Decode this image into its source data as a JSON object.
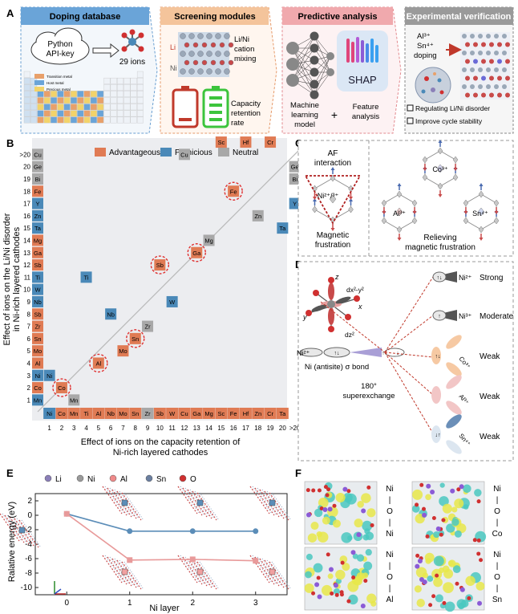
{
  "panels": {
    "a": {
      "letter": "A",
      "headers": [
        "Doping database",
        "Screening modules",
        "Predictive analysis",
        "Experimental verification"
      ],
      "python": "Python",
      "apikey": "API-key",
      "ions29": "29 ions",
      "li": "Li",
      "ni": "Ni",
      "mixing1": "Li/Ni",
      "mixing2": "cation",
      "mixing3": "mixing",
      "cap1": "Capacity",
      "cap2": "retention",
      "cap3": "rate",
      "ml1": "Machine",
      "ml2": "learning",
      "ml3": "model",
      "plus": "+",
      "fa1": "Feature",
      "fa2": "analysis",
      "shap": "SHAP",
      "dop1": "Al³⁺",
      "dop2": "Sn⁴⁺",
      "dop3": "doping",
      "check1": "Regulating Li/Ni disorder",
      "check2": "Improve cycle stability",
      "legend_tm": "Transition metal",
      "legend_nm": "Host metal",
      "legend_pm": "Precious metal"
    },
    "b": {
      "letter": "B",
      "legend": [
        "Advantageous",
        "Pernicious",
        "Neutral"
      ],
      "colors": {
        "adv": "#e07b54",
        "per": "#4a89b8",
        "neu": "#a8a8a8"
      },
      "y_axis_title1": "Effect of ions on the Li/Ni disorder",
      "y_axis_title2": "in Ni-rich layered cathodes",
      "x_axis_title1": "Effect of ions on the capacity retention of",
      "x_axis_title2": "Ni-rich layered cathodes",
      "rank_labels": [
        "1",
        "2",
        "3",
        "4",
        "5",
        "6",
        "7",
        "8",
        "9",
        "10",
        "11",
        "12",
        "13",
        "14",
        "15",
        "16",
        "17",
        "18",
        "19",
        "20",
        ">20"
      ],
      "y_elements": [
        "Mn",
        "Co",
        "Ni",
        "Al",
        "Mo",
        "Sn",
        "Zr",
        "Sb",
        "Nb",
        "W",
        "Ti",
        "Sb",
        "Ga",
        "Mg",
        "Ta",
        "Zn",
        "Y",
        "Fe",
        "Bi",
        "Ge",
        "Cu"
      ],
      "y_types": [
        "per",
        "adv",
        "per",
        "adv",
        "adv",
        "adv",
        "adv",
        "adv",
        "per",
        "per",
        "per",
        "adv",
        "adv",
        "adv",
        "per",
        "per",
        "per",
        "adv",
        "neu",
        "neu",
        "neu"
      ],
      "x_elements": [
        "Ni",
        "Co",
        "Mn",
        "Ti",
        "Al",
        "Nb",
        "Mo",
        "Sn",
        "Zr",
        "Sb",
        "W",
        "Cu",
        "Ga",
        "Mg",
        "Sc",
        "Fe",
        "Hf",
        "Zn",
        "Cr",
        "Ta"
      ],
      "x_types": [
        "per",
        "adv",
        "adv",
        "adv",
        "adv",
        "adv",
        "adv",
        "adv",
        "neu",
        "adv",
        "adv",
        "adv",
        "adv",
        "adv",
        "adv",
        "adv",
        "adv",
        "adv",
        "adv",
        "adv"
      ],
      "chart_data": {
        "type": "scatter",
        "xlabel": "Effect of ions on the capacity retention of Ni-rich layered cathodes",
        "ylabel": "Effect of ions on the Li/Ni disorder in Ni-rich layered cathodes",
        "points": [
          {
            "label": "Mn",
            "x": 3,
            "y": 1,
            "type": "neu"
          },
          {
            "label": "Co",
            "x": 2,
            "y": 2,
            "type": "adv",
            "highlight": true
          },
          {
            "label": "Ni",
            "x": 1,
            "y": 3,
            "type": "per"
          },
          {
            "label": "Al",
            "x": 5,
            "y": 4,
            "type": "adv",
            "highlight": true
          },
          {
            "label": "Mo",
            "x": 7,
            "y": 5,
            "type": "adv"
          },
          {
            "label": "Sn",
            "x": 8,
            "y": 6,
            "type": "adv",
            "highlight": true
          },
          {
            "label": "Zr",
            "x": 9,
            "y": 7,
            "type": "neu"
          },
          {
            "label": "Nb",
            "x": 6,
            "y": 8,
            "type": "per"
          },
          {
            "label": "W",
            "x": 11,
            "y": 9,
            "type": "per"
          },
          {
            "label": "Ti",
            "x": 4,
            "y": 11,
            "type": "per"
          },
          {
            "label": "Sb",
            "x": 10,
            "y": 12,
            "type": "adv",
            "highlight": true
          },
          {
            "label": "Ga",
            "x": 13,
            "y": 13,
            "type": "adv",
            "highlight": true
          },
          {
            "label": "Mg",
            "x": 14,
            "y": 14,
            "type": "neu"
          },
          {
            "label": "Ta",
            "x": 20,
            "y": 15,
            "type": "per"
          },
          {
            "label": "Zn",
            "x": 18,
            "y": 16,
            "type": "neu"
          },
          {
            "label": "Y",
            "x": 21,
            "y": 17,
            "type": "per"
          },
          {
            "label": "Fe",
            "x": 16,
            "y": 18,
            "type": "adv",
            "highlight": true
          },
          {
            "label": "Bi",
            "x": 21,
            "y": 19,
            "type": "neu"
          },
          {
            "label": "Ge",
            "x": 21,
            "y": 20,
            "type": "neu"
          },
          {
            "label": "Cu",
            "x": 12,
            "y": 21,
            "type": "neu"
          },
          {
            "label": "Sc",
            "x": 15,
            "y": 22,
            "type": "adv"
          },
          {
            "label": "Hf",
            "x": 17,
            "y": 22,
            "type": "adv"
          },
          {
            "label": "Cr",
            "x": 19,
            "y": 22,
            "type": "adv"
          }
        ]
      }
    },
    "c": {
      "letter": "C",
      "af1": "AF",
      "af2": "interaction",
      "ni_center": "Ni²⁺/³⁺",
      "mf1": "Magnetic",
      "mf2": "frustration",
      "co": "Co³⁺",
      "al": "Al³⁺",
      "sn": "Sn⁴⁺",
      "rmf1": "Relieving",
      "rmf2": "magnetic frustration"
    },
    "d": {
      "letter": "D",
      "z": "z",
      "x": "x",
      "y": "y",
      "dx2y2": "dx²-y²",
      "dz2": "dz²",
      "ni2": "Ni²⁺",
      "ni3": "Ni³⁺",
      "strong": "Strong",
      "moderate": "Moderate",
      "weak": "Weak",
      "ni_left": "Ni²⁺",
      "sigma": "Ni (antisite) σ bond",
      "super1": "180°",
      "super2": "superexchange",
      "co3": "Co³⁺",
      "al3": "Al³⁺",
      "sn4": "Sn⁴⁺"
    },
    "e": {
      "letter": "E",
      "legend": [
        "Li",
        "Ni",
        "Al",
        "Sn",
        "O"
      ],
      "legend_colors": [
        "#8b7fb8",
        "#9a9a9a",
        "#f08a8a",
        "#6b7fa0",
        "#d03030"
      ],
      "ylabel": "Ralative energy (eV)",
      "xlabel": "Ni layer",
      "yticks": [
        "2",
        "0",
        "-2",
        "-4",
        "-6",
        "-8",
        "-10"
      ],
      "xticks": [
        "0",
        "1",
        "2",
        "3"
      ],
      "chart_data": {
        "type": "line",
        "x": [
          0,
          1,
          2,
          3
        ],
        "xlabel": "Ni layer",
        "ylabel": "Ralative energy (eV)",
        "ylim": [
          -11,
          3
        ],
        "series": [
          {
            "name": "Sn",
            "color": "#5b8db8",
            "values": [
              0.2,
              -2.2,
              -2.2,
              -2.2
            ]
          },
          {
            "name": "Al",
            "color": "#e89a9a",
            "values": [
              0.2,
              -6.2,
              -6.1,
              -6.3
            ]
          }
        ]
      }
    },
    "f": {
      "letter": "F",
      "labels": [
        [
          "Ni",
          "|",
          "O",
          "|",
          "Ni"
        ],
        [
          "Ni",
          "|",
          "O",
          "|",
          "Co"
        ],
        [
          "Ni",
          "|",
          "O",
          "|",
          "Al"
        ],
        [
          "Ni",
          "|",
          "O",
          "|",
          "Sn"
        ]
      ]
    }
  }
}
